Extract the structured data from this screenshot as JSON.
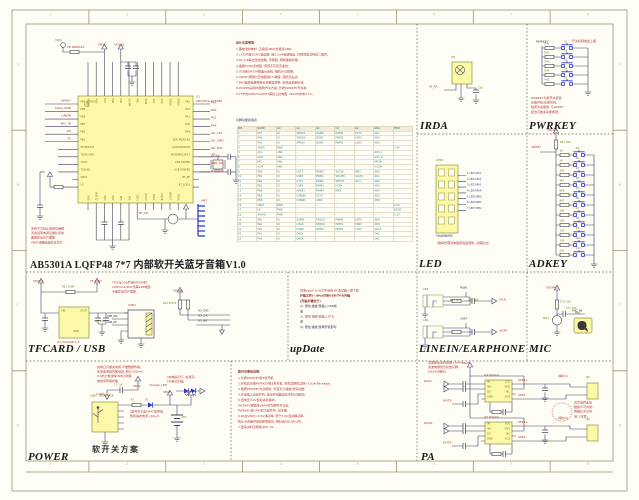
{
  "sheet": {
    "title": "AB5301A  LQFP48  7*7  内部软开关蓝牙音箱V1.0",
    "ruler_cols": [
      "1",
      "2",
      "3",
      "4",
      "5",
      "6",
      "7",
      "8"
    ],
    "ruler_rows": [
      "A",
      "B",
      "C",
      "D"
    ]
  },
  "mcu": {
    "ref": "U1",
    "part": "AB5301A-LQFP48",
    "left_pins": [
      "PB4 AD/KEY",
      "PB5",
      "PB6",
      "PB7",
      "PB2",
      "PB1",
      "MUTE/LDO",
      "TWSK GND",
      "TLDO",
      "TXD M2",
      "VBAT",
      "LX"
    ],
    "right_pins": [
      "PA3",
      "PA2",
      "PA1",
      "PA0",
      "PA4",
      "SDK MD/CLK0",
      "AUX/DM/MLDP",
      "MOSI/MISO/P17",
      "USB DP/PB6",
      "USB DM/PB5",
      "BT_RF",
      "BT_LDO1"
    ],
    "top_pins": [
      "VDDIO",
      "PB3",
      "PA7",
      "PA6",
      "PA5",
      "VCOM",
      "MIC",
      "VCM",
      "AUL",
      "AUR",
      "VDDA",
      "AVDD"
    ],
    "bottom_pins": [
      "VSS",
      "VDD12",
      "PD0",
      "PD1",
      "PE0",
      "PE1",
      "OSCI",
      "OSCO",
      "DACL",
      "DACR",
      "VROUT",
      "VSSA"
    ],
    "left_nets": [
      "ADKEY",
      "Class_GND",
      "LINEIN",
      "MIC_IN",
      "RX",
      "TX"
    ],
    "right_nets": [
      "PA3",
      "PA2",
      "PA1",
      "PA4",
      "SD_CLK",
      "SD_CMD",
      "SD_DAT",
      "IR_RX",
      "USB_DP",
      "USB_DM"
    ],
    "vdd_label": "VDD",
    "fuse_label": "FB 600R/2A",
    "rail_nets": [
      "VBAT",
      "VDDIO"
    ],
    "xtal_ref": "X1",
    "ant_net": "BT_RF",
    "ant_label": "ANT",
    "notes": [
      "天线下方禁止走线及铺铜",
      "天线远离电源及喇叭走线",
      "晶振靠近芯片摆放",
      "VBAT退耦电容靠近芯片"
    ]
  },
  "notes_block": {
    "header": "设计注意事项:",
    "items": [
      "1.锂电池供电时, 正极接VBAT负极接GND;",
      "2.LX为内置DCDC输出脚, 经2.2uH电感输出, 外围须加肖特基二极管;",
      "3.PA_L/R输出走线加粗, 尽量短, 两侧铺地处理;",
      "4.晶振XI/XO走线短, 周围不可走高速线;",
      "5.USB的DP/DM按差分走线, 阻抗90Ω控制;",
      "6.ADKEY按键分压电阻用1%精度, 阻值见右表;",
      "7.MIC偏置电阻按咪头灵敏度调整, 走线远离喇叭线;",
      "8.POWER采用内部软开关方案, 长按PWRKEY开关机;",
      "9.TF卡的CMD/CLK/DAT需接上拉电阻, VDDIO供电3.1V。"
    ],
    "table_title": "引脚功能复用表"
  },
  "pin_table": {
    "headers": [
      "PIN",
      "NAME",
      "G0",
      "G1",
      "G2",
      "G3",
      "G4",
      "ANA",
      "PWR"
    ],
    "rows": [
      [
        "1",
        "PA7",
        "IO",
        "SPI0CK",
        "I2SMK",
        "PWM4",
        "U1TX",
        "AD7",
        "-"
      ],
      [
        "2",
        "PA6",
        "IO",
        "SPI0DA",
        "I2SLR",
        "PWM3",
        "U1RX",
        "AD6",
        "-"
      ],
      [
        "3",
        "PA5",
        "IO",
        "SPI0DI",
        "I2SDA",
        "PWM2",
        "CLKO",
        "AD5",
        "-"
      ],
      [
        "4",
        "VDDA",
        "PWR",
        "-",
        "-",
        "-",
        "-",
        "-",
        "3.1V"
      ],
      [
        "5",
        "AUL",
        "ANA",
        "-",
        "-",
        "-",
        "-",
        "AUX_L",
        "-"
      ],
      [
        "6",
        "AUR",
        "ANA",
        "-",
        "-",
        "-",
        "-",
        "AUX_R",
        "-"
      ],
      [
        "7",
        "MIC",
        "ANA",
        "-",
        "-",
        "-",
        "-",
        "MICIN",
        "-"
      ],
      [
        "8",
        "VCM",
        "ANA",
        "-",
        "-",
        "-",
        "-",
        "VCOM",
        "-"
      ],
      [
        "9",
        "PB0",
        "IO",
        "U0TX",
        "PWM0",
        "SDCLK",
        "IRRX",
        "AD0",
        "-"
      ],
      [
        "10",
        "PB1",
        "IO",
        "U0RX",
        "PWM1",
        "SDCMD",
        "CLK32",
        "AD1",
        "-"
      ],
      [
        "11",
        "PB2",
        "IO",
        "U1TX",
        "PWM2",
        "SDDAT",
        "IICCL",
        "AD2",
        "-"
      ],
      [
        "12",
        "PB3",
        "IO",
        "U1RX",
        "PWM3",
        "IICDA",
        "-",
        "AD3",
        "-"
      ],
      [
        "13",
        "PB4",
        "IO",
        "ADKEY",
        "PWM4",
        "IRRX",
        "-",
        "AD4",
        "-"
      ],
      [
        "14",
        "PB5",
        "IO",
        "USBDM",
        "U2TX",
        "-",
        "-",
        "AD5",
        "-"
      ],
      [
        "15",
        "PB6",
        "IO",
        "USBDP",
        "U2RX",
        "-",
        "-",
        "AD6",
        "-"
      ],
      [
        "16",
        "VBAT",
        "PWR",
        "-",
        "-",
        "-",
        "-",
        "-",
        "4.2V"
      ],
      [
        "17",
        "LX",
        "PWR",
        "-",
        "-",
        "-",
        "-",
        "-",
        "DCDC"
      ],
      [
        "18",
        "VDDIO",
        "PWR",
        "-",
        "-",
        "-",
        "-",
        "-",
        "3.1V"
      ],
      [
        "19",
        "PA0",
        "IO",
        "I2SMK",
        "SPI1CK",
        "PWM0",
        "U0TX",
        "AD8",
        "-"
      ],
      [
        "20",
        "PA1",
        "IO",
        "I2SLR",
        "SPI1DA",
        "PWM1",
        "U0RX",
        "AD9",
        "-"
      ],
      [
        "21",
        "PA2",
        "IO",
        "I2SDA",
        "SPI1DI",
        "PWM2",
        "CLKO",
        "AD10",
        "-"
      ],
      [
        "22",
        "PA3",
        "IO",
        "DACL",
        "-",
        "-",
        "-",
        "DAC",
        "-"
      ],
      [
        "23",
        "PA4",
        "IO",
        "DACR",
        "-",
        "-",
        "-",
        "DAC",
        "-"
      ]
    ]
  },
  "irda": {
    "label": "IRDA",
    "ref": "U6",
    "net": "IR_RX",
    "cap_ref": "C61",
    "gnd": "GND"
  },
  "pwrkey": {
    "label": "PWRKEY",
    "net": "PWRKEY",
    "note_top": "开关机键放最上面",
    "res_refs": [
      "R41",
      "R42",
      "R43",
      "R44",
      "R45"
    ],
    "btn_refs": [
      "S1",
      "S2",
      "S3",
      "S4",
      "S5"
    ],
    "notes": [
      "PWRKEY为软开关机键:",
      "长按开机/长按关机,",
      "短按为功能键, 与ADKEY",
      "配合可做多功能按键."
    ]
  },
  "adkey": {
    "label": "ADKEY",
    "net": "ADKEY",
    "vdd": "VDDIO",
    "top_res": "R51 10K",
    "res_vals": [
      "1K",
      "2K",
      "3K3",
      "4K7",
      "6K8",
      "8K2",
      "10K",
      "15K",
      "22K",
      "33K",
      "51K"
    ],
    "btn_refs": [
      "K1",
      "K2",
      "K3",
      "K4",
      "K5",
      "K6",
      "K7",
      "K8",
      "K9",
      "K10",
      "K11"
    ]
  },
  "led": {
    "label": "LED",
    "ref": "LED1",
    "part": "4位共阴数码管",
    "nets": [
      "1 LED1/PA1",
      "2 LED2/PA2",
      "3 LED3/PA3",
      "4 LED4/PA4",
      "5 LED5/PB0",
      "6 LED6/PB1",
      "7 LED7/PB2"
    ],
    "note": "(数码管限流电阻按亮度调整, 共阴接法)"
  },
  "tfcard": {
    "label": "TFCARD / USB",
    "vddio": "VDDIO",
    "tf_vdd": "TF_VDD",
    "res": "R21 100R",
    "ldo_ref": "U2 XC6206-3.3",
    "pin_vin": "VIN",
    "pin_vout": "VOUT",
    "pin_gnd": "GND",
    "cap_r": "C22 10uF",
    "usb_ref": "USB1",
    "usb_nets": [
      "USB_DM",
      "USB_DP"
    ],
    "pull_vdd": "VDDIO",
    "pull_res": "R22 47K*2",
    "pull_nets": [
      "SD_CMD",
      "SD_CLK",
      "SD_DAT"
    ],
    "notes": [
      "TF卡与USB共用DP/DM时,",
      "CMD/CLK/DAT须串22R电阻,",
      "卡座靠近芯片摆放."
    ]
  },
  "update": {
    "label": "upDate",
    "lines": [
      {
        "t": "烧录app(*.dcf)文件请用 RF调试器一键下载",
        "c": "r"
      },
      {
        "t": "升级文件(*.dfu)可用USB/TF卡升级",
        "c": "m"
      },
      {
        "t": "(升级步骤如下)",
        "c": "m"
      },
      {
        "t": "1). 按住'播放'键插入USB线",
        "c": "d"
      },
      {
        "t": "或",
        "c": "d"
      },
      {
        "t": "2). 按住'播放'键插入TF卡",
        "c": "r"
      },
      {
        "t": "或",
        "c": "d"
      },
      {
        "t": "3). 按住'播放'键再开机即可",
        "c": "d"
      }
    ]
  },
  "linein": {
    "label": "LINEIN/EARPHONE",
    "jack1_ref": "CN1",
    "jack2_ref": "CN2",
    "top1": "PGND",
    "top2": "L-DET",
    "net1": "AUXL",
    "net2": "AUXR",
    "r1": "R61 1K",
    "c1": "C63 104"
  },
  "mic": {
    "label": "MIC",
    "vdd": "VDDMIC",
    "res": "R71 2K2",
    "cap": "C71 104",
    "net": "MIC_IN",
    "mic_ref": "MIC1",
    "pad_ref": "MK1"
  },
  "power": {
    "label": "POWER",
    "scheme_label": "软开关方案",
    "usb_ref": "USB2",
    "usb_part": "MICRO-USB",
    "res": "R1",
    "diode": "D1",
    "bat_ref": "BT1",
    "cap": "C1 1uF",
    "nets": {
      "vbat": "VBAT",
      "cgnd": "C-GND",
      "chg": "Charge_LED"
    },
    "notes_top": [
      "充电口只做充电用,不做数据传输;",
      "充电电流由内部设定, 默认300mA;",
      "D1防止电池向USB口倒灌;",
      "电池须带保护板."
    ],
    "notes_top2": [
      "(充电指示灯, 充满灭)",
      "(不用可不贴)"
    ],
    "note_mid": [
      "(软开关方案VBAT常供电,",
      "整机静态电流<10uA)"
    ]
  },
  "pa": {
    "label": "PA",
    "vbat": "VBAT",
    "amp1_ref": "U4 8002A",
    "amp2_ref": "U5 8002A",
    "amp_pins_l": [
      "IN-",
      "IN+",
      "SD",
      "GND"
    ],
    "amp_pins_r": [
      "VO1",
      "VDD",
      "NC",
      "VO2"
    ],
    "in1": "DACL",
    "in2": "DACR",
    "mute": "MUTE",
    "out1": [
      "SPK1+",
      "SPK1-"
    ],
    "out2": [
      "SPK2+",
      "SPK2-"
    ],
    "conn1_ref": "JP1",
    "conn2_ref": "JP2",
    "conn1_note": "(喇叭1)",
    "conn2_note": "(喇叭2)",
    "notes_top": [
      "功放输出走线加粗>30mil;",
      "滤波电容靠近功放引脚;",
      "(4Ω/3W喇叭)"
    ],
    "note_mid": [
      "双声道时此处",
      "磁珠不可共用,",
      "两喇叭不可共",
      "地! (注意)"
    ]
  },
  "bottom_notes": {
    "header": "软开关使用说明:",
    "items": [
      "1.长按PWRKEY键3秒开机;",
      "2.开机后长按PWRKEY键3秒关机, 关机后整机功耗<10uA(Package);",
      "3.短按PWRKEY为功能键, 可自定义播放/暂停功能;",
      "4.充电插入自动开机, 拔出充电器自动关机(可配置);",
      "5.低电压3.2V自动关机保护,",
      "  PWRKEY按键接VBAT时为硬开关方案,",
      "  PWRKEY接GPIO时为软开关, 见左图;",
      "6.PA在VBAT>3.6V满功率, 低于3.6V自动降功率,",
      "  防止大音量时电压跌落复位, 喇叭选4Ω/3W以内;",
      "7.更多资料见规格书V1.0a"
    ]
  }
}
